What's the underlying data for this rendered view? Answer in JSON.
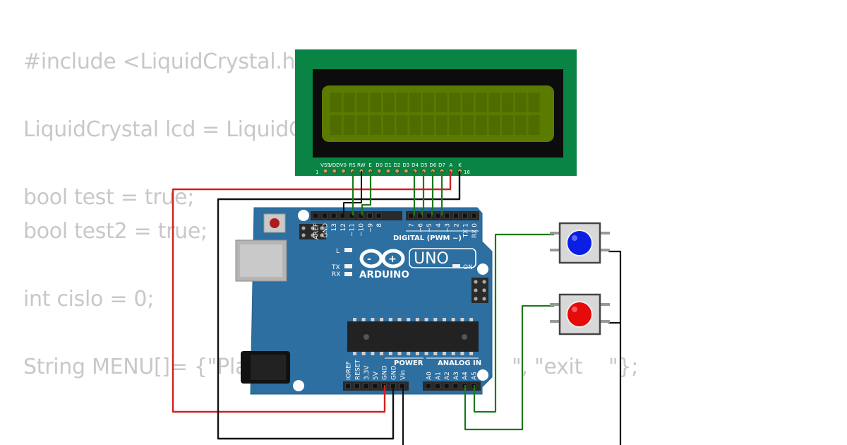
{
  "code_lines": [
    "#include <LiquidCrystal.h>",
    "LiquidCrystal lcd = LiquidC",
    "bool test = true;",
    "bool test2 = true;",
    "int cislo = 0;",
    "String MENU[]= {\"Pla",
    "\", \"exit    \"};"
  ],
  "lcd": {
    "pin_labels": [
      "VSS",
      "VDD",
      "V0",
      "RS",
      "RW",
      "E",
      "D0",
      "D1",
      "D2",
      "D3",
      "D4",
      "D5",
      "D6",
      "D7",
      "A",
      "K"
    ],
    "pin_first": "1",
    "pin_last": "16"
  },
  "arduino": {
    "brand": "ARDUINO",
    "model": "UNO",
    "digital_label": "DIGITAL (PWM ~)",
    "power_label": "POWER",
    "analog_label": "ANALOG IN",
    "label_L": "L",
    "label_TX": "TX",
    "label_RX": "RX",
    "label_ON": "ON",
    "header_top_left": [
      "AREF",
      "GND",
      "13",
      "12",
      "~11",
      "~10",
      "~9",
      "8"
    ],
    "header_top_right": [
      "7",
      "~6",
      "~5",
      "4",
      "~3",
      "2",
      "TX 1",
      "RX 0"
    ],
    "header_power": [
      "IOREF",
      "RESET",
      "3.3V",
      "5V",
      "GND",
      "GND",
      "Vin"
    ],
    "header_analog": [
      "A0",
      "A1",
      "A2",
      "A3",
      "A4",
      "A5"
    ]
  },
  "buttons": [
    {
      "name": "blue-pushbutton",
      "color": "#0a1ee6"
    },
    {
      "name": "red-pushbutton",
      "color": "#e60a0a"
    }
  ],
  "colors": {
    "lcd_pcb": "#0a8444",
    "lcd_glass": "#5a7a00",
    "arduino_board": "#2d6fa0",
    "wire_green": "#1b7a1b",
    "wire_red": "#d41f1f",
    "wire_black": "#111111"
  }
}
